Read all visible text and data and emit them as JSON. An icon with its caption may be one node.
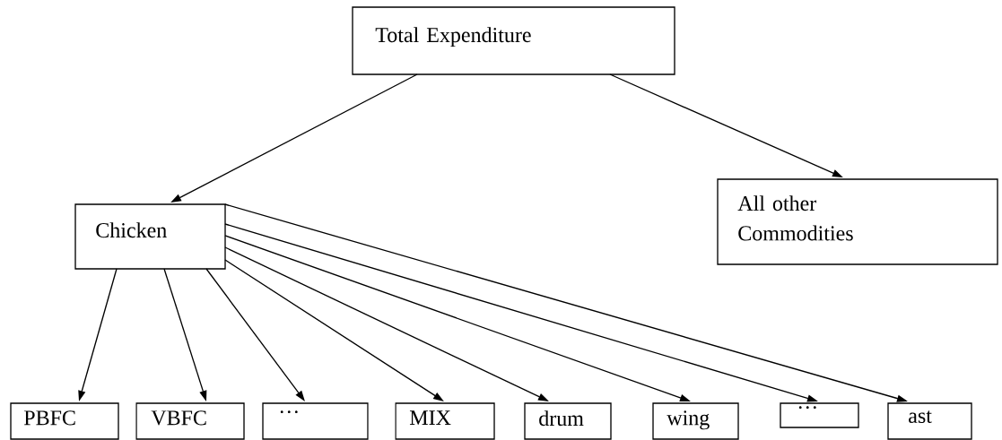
{
  "diagram": {
    "nodes": [
      {
        "text": [
          "Total Expenditure"
        ]
      },
      {
        "text": [
          "Chicken"
        ]
      },
      {
        "text": [
          "All other Commodities"
        ]
      },
      {
        "text": [
          "PBFC"
        ]
      },
      {
        "text": [
          "VBFC"
        ]
      },
      {
        "text": [
          "…"
        ]
      },
      {
        "text": [
          "MIX"
        ]
      },
      {
        "text": [
          "drum"
        ]
      },
      {
        "text": [
          "wing"
        ]
      },
      {
        "text": [
          "…"
        ]
      },
      {
        "text": [
          "ast"
        ]
      }
    ],
    "edges": [
      {
        "from": 0,
        "to": 1,
        "arrow": "to"
      },
      {
        "from": 0,
        "to": 2,
        "arrow": "to"
      },
      {
        "from": 1,
        "to": 3,
        "arrow": "to"
      },
      {
        "from": 1,
        "to": 4,
        "arrow": "to"
      },
      {
        "from": 1,
        "to": 5,
        "arrow": "to"
      },
      {
        "from": 1,
        "to": 6,
        "arrow": "to"
      },
      {
        "from": 1,
        "to": 7,
        "arrow": "to"
      },
      {
        "from": 1,
        "to": 8,
        "arrow": "to"
      },
      {
        "from": 1,
        "to": 9,
        "arrow": "to"
      },
      {
        "from": 1,
        "to": 10,
        "arrow": "to"
      }
    ]
  }
}
